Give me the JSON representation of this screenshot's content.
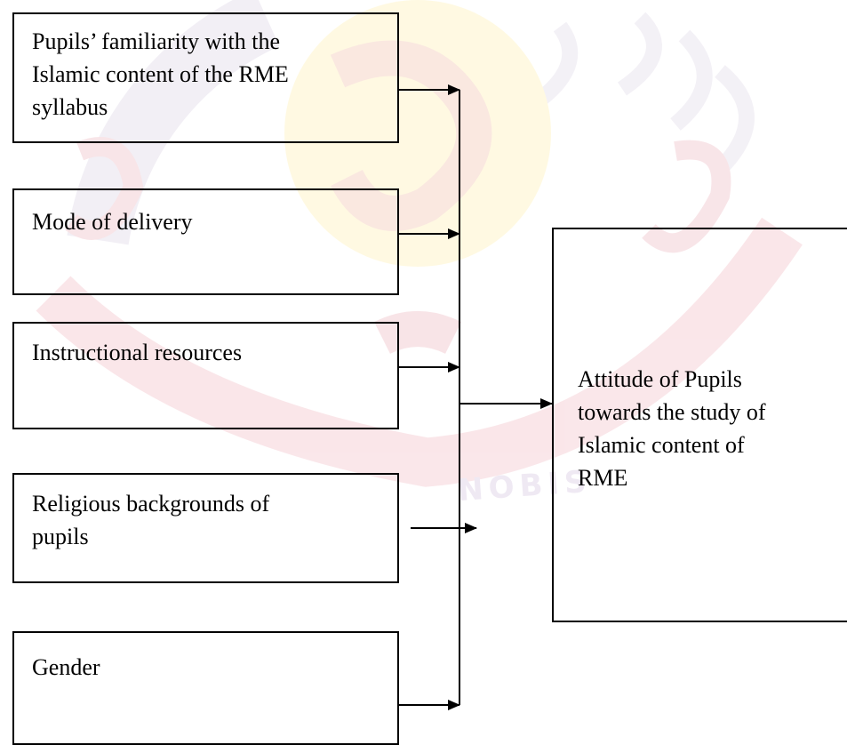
{
  "diagram": {
    "inputs": [
      {
        "lines": [
          "Pupils’ familiarity with the",
          "Islamic content of the RME",
          "syllabus"
        ]
      },
      {
        "lines": [
          "Mode of delivery"
        ]
      },
      {
        "lines": [
          "Instructional resources"
        ]
      },
      {
        "lines": [
          "Religious backgrounds of",
          "pupils"
        ]
      },
      {
        "lines": [
          "Gender"
        ]
      }
    ],
    "outcome": {
      "lines": [
        "Attitude of Pupils",
        "towards the study of",
        "Islamic content of",
        "RME"
      ]
    },
    "watermark": {
      "text": "NOBIS"
    }
  }
}
